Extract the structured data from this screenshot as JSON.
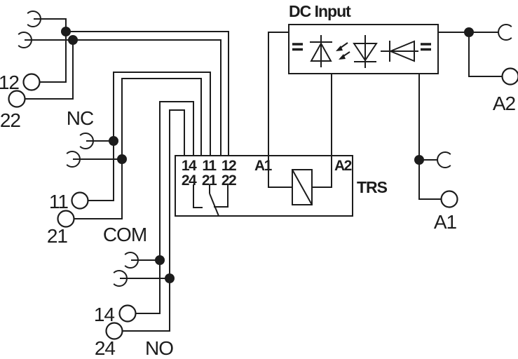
{
  "colors": {
    "line": "#1c1c1c",
    "background": "#ffffff"
  },
  "input_box": {
    "title": "DC Input",
    "left_polarity_icon": "equals-sign",
    "right_polarity_icon": "equals-sign",
    "symbols": [
      "protection-diode-up",
      "led-emission-arrows",
      "led-diode-down",
      "freewheel-diode-left"
    ]
  },
  "relay": {
    "label": "TRS",
    "terminals_row1": [
      "14",
      "11",
      "12"
    ],
    "terminals_row2": [
      "24",
      "21",
      "22"
    ],
    "coil_a1": "A1",
    "coil_a2": "A2"
  },
  "left_terminals": {
    "nc": {
      "group": "NC",
      "t1": "12",
      "t2": "22"
    },
    "com": {
      "group": "COM",
      "t1": "11",
      "t2": "21"
    },
    "no": {
      "group": "NO",
      "t1": "14",
      "t2": "24"
    }
  },
  "right_terminals": {
    "a2": "A2",
    "a1": "A1"
  }
}
